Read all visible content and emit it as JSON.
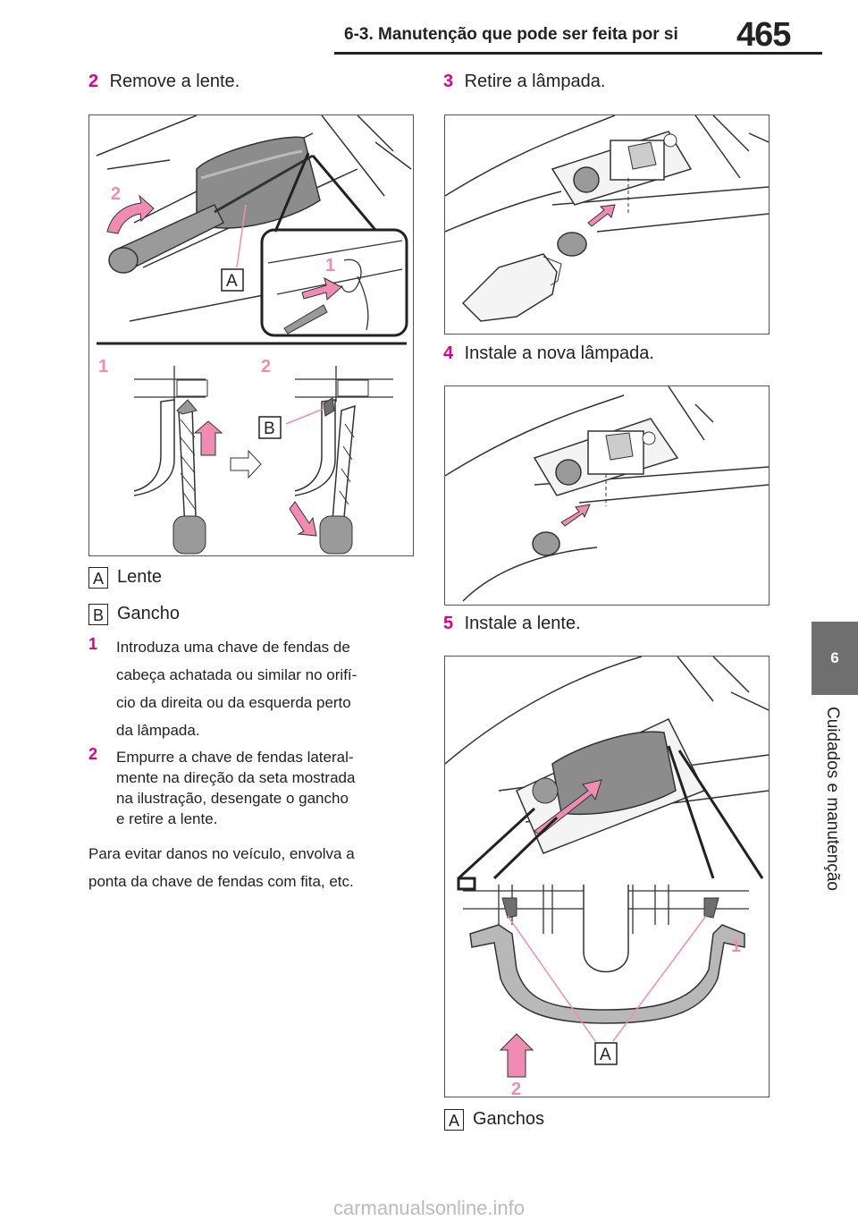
{
  "header": {
    "section_title": "6-3. Manutenção que pode ser feita por si",
    "page_number": "465"
  },
  "chapter_tab": {
    "number": "6",
    "label": "Cuidados e manutenção"
  },
  "left_column": {
    "step2": {
      "num": "2",
      "text": "Remove a lente."
    },
    "figure1": {
      "labels": {
        "A": "A",
        "B": "B",
        "n1": "1",
        "n2": "2",
        "sub1": "1",
        "sub2": "2"
      }
    },
    "legend": [
      {
        "badge": "A",
        "text": "Lente"
      },
      {
        "badge": "B",
        "text": "Gancho"
      }
    ],
    "substeps": [
      {
        "num": "1",
        "lines": [
          "Introduza uma chave de fendas de",
          "cabeça achatada ou similar no orifí-",
          "cio da direita ou da esquerda perto",
          "da lâmpada."
        ]
      },
      {
        "num": "2",
        "lines": [
          "Empurre a chave de fendas lateral-",
          "mente na direção da seta mostrada",
          "na ilustração, desengate o gancho",
          "e retire a lente."
        ]
      }
    ],
    "note": [
      "Para evitar danos no veículo, envolva a",
      "ponta da chave de fendas com fita, etc."
    ]
  },
  "right_column": {
    "step3": {
      "num": "3",
      "text": "Retire a lâmpada."
    },
    "step4": {
      "num": "4",
      "text": "Instale a nova lâmpada."
    },
    "step5": {
      "num": "5",
      "text": "Instale a lente."
    },
    "figure5": {
      "labels": {
        "A": "A",
        "n1": "1",
        "n2": "2"
      }
    },
    "legend": [
      {
        "badge": "A",
        "text": "Ganchos"
      }
    ]
  },
  "watermark": "carmanualsonline.info",
  "colors": {
    "accent": "#e0008a",
    "tab": "#6f6f6f",
    "arrow_pink": "#f08cb4"
  }
}
